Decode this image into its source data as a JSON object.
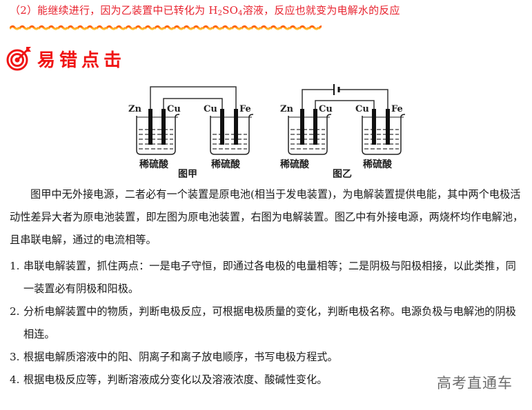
{
  "top_line": {
    "prefix": "（2）能继续进行，因为乙装置中已转化为 H",
    "sub1": "2",
    "mid": "SO",
    "sub2": "4",
    "suffix": "溶液，反应也就变为电解水的反应",
    "color": "#e8232f"
  },
  "section": {
    "title": "易错点击",
    "icon": "target-icon",
    "color": "#f01414"
  },
  "figures": [
    {
      "caption": "图甲",
      "left_beaker": {
        "label": "稀硫酸",
        "electrodes": [
          "Zn",
          "Cu"
        ]
      },
      "right_beaker": {
        "label": "稀硫酸",
        "electrodes": [
          "Cu",
          "Fe"
        ]
      },
      "has_power_source": false
    },
    {
      "caption": "图乙",
      "left_beaker": {
        "label": "稀硫酸",
        "electrodes": [
          "Zn",
          "Cu"
        ]
      },
      "right_beaker": {
        "label": "稀硫酸",
        "electrodes": [
          "Cu",
          "Fe"
        ]
      },
      "has_power_source": true
    }
  ],
  "intro_paragraph": "图甲中无外接电源，二者必有一个装置是原电池(相当于发电装置)，为电解装置提供电能，其中两个电极活动性差异大者为原电池装置，即左图为原电池装置，右图为电解装置。图乙中有外接电源，两烧杯均作电解池，且串联电解，通过的电流相等。",
  "list": [
    {
      "num": "1.",
      "text": "串联电解装置，抓住两点：一是电子守恒，即通过各电极的电量相等；二是阴极与阳极相接，以此类推，同一装置必有阴极和阳极。"
    },
    {
      "num": "2.",
      "text": "分析电解装置中的物质，判断电极反应，可根据电极质量的变化，判断电极名称。电源负极与电解池的阴极相连。"
    },
    {
      "num": "3.",
      "text": "根据电解质溶液中的阳、阴离子和离子放电顺序，书写电极方程式。"
    },
    {
      "num": "4.",
      "text": "根据电极反应等，判断溶液成分变化以及溶液浓度、酸碱性变化。"
    }
  ],
  "watermark": "高考直通车"
}
